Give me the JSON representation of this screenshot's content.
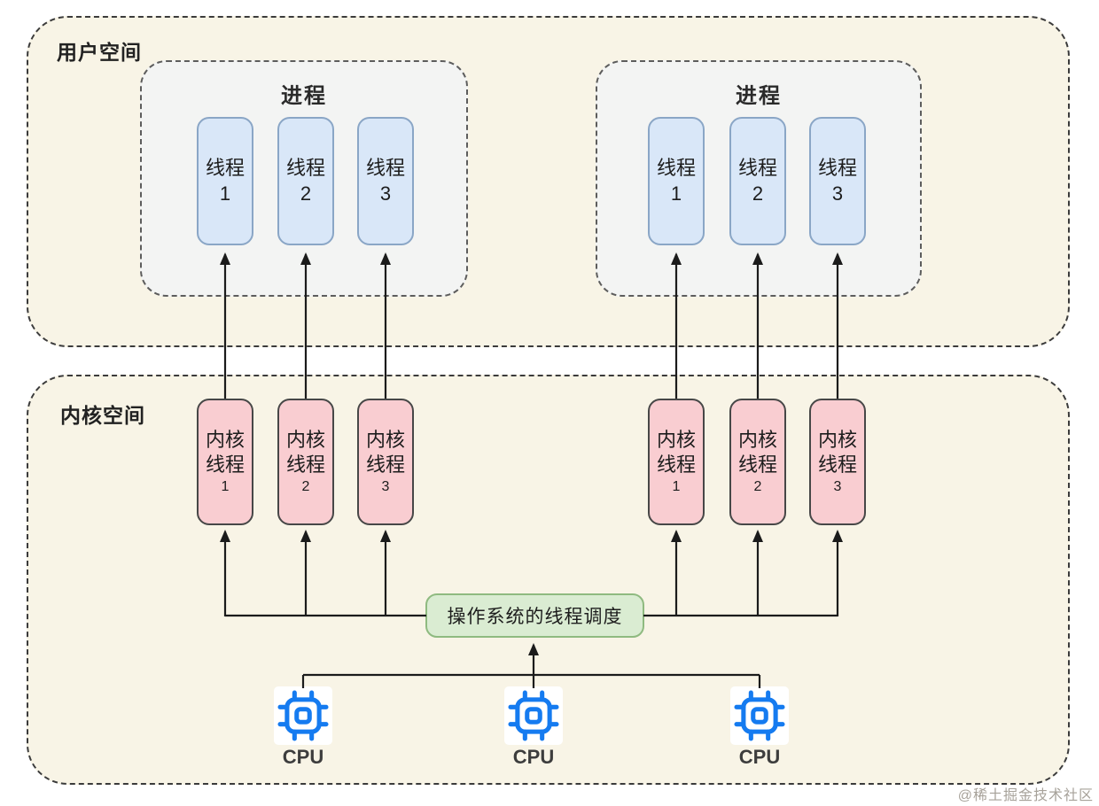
{
  "colors": {
    "canvas_bg": "#ffffff",
    "space_fill": "#f8f4e6",
    "process_fill": "#f3f4f3",
    "user_thread_fill": "#d9e7f8",
    "user_thread_border": "#8aa6c6",
    "kernel_thread_fill": "#f9cdd1",
    "scheduler_fill": "#daecd2",
    "scheduler_border": "#8fba80",
    "cpu_icon_blue": "#157bf0",
    "connector": "#1b1b1b"
  },
  "user_space": {
    "label": "用户空间",
    "processes": [
      {
        "title": "进程",
        "threads": [
          {
            "label": "线程",
            "num": "1"
          },
          {
            "label": "线程",
            "num": "2"
          },
          {
            "label": "线程",
            "num": "3"
          }
        ]
      },
      {
        "title": "进程",
        "threads": [
          {
            "label": "线程",
            "num": "1"
          },
          {
            "label": "线程",
            "num": "2"
          },
          {
            "label": "线程",
            "num": "3"
          }
        ]
      }
    ]
  },
  "kernel_space": {
    "label": "内核空间",
    "groups": [
      {
        "threads": [
          {
            "line1": "内核",
            "line2": "线程",
            "num": "1"
          },
          {
            "line1": "内核",
            "line2": "线程",
            "num": "2"
          },
          {
            "line1": "内核",
            "line2": "线程",
            "num": "3"
          }
        ]
      },
      {
        "threads": [
          {
            "line1": "内核",
            "line2": "线程",
            "num": "1"
          },
          {
            "line1": "内核",
            "line2": "线程",
            "num": "2"
          },
          {
            "line1": "内核",
            "line2": "线程",
            "num": "3"
          }
        ]
      }
    ],
    "scheduler": {
      "label": "操作系统的线程调度"
    },
    "cpus": [
      {
        "label": "CPU"
      },
      {
        "label": "CPU"
      },
      {
        "label": "CPU"
      }
    ]
  },
  "watermark": "@稀土掘金技术社区"
}
